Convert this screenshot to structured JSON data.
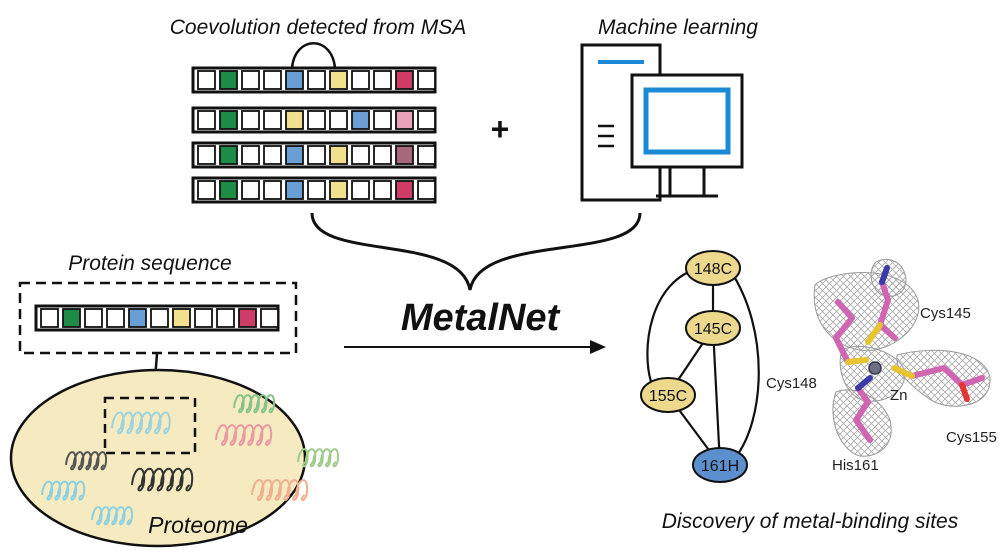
{
  "labels": {
    "coevolution": "Coevolution detected from MSA",
    "machine_learning": "Machine learning",
    "plus": "+",
    "protein_sequence": "Protein sequence",
    "metalnet": "MetalNet",
    "proteome": "Proteome",
    "discovery": "Discovery of metal-binding sites"
  },
  "network": {
    "nodes": [
      {
        "id": "148C",
        "label": "148C",
        "color": "#ecd98e"
      },
      {
        "id": "145C",
        "label": "145C",
        "color": "#ecd98e"
      },
      {
        "id": "155C",
        "label": "155C",
        "color": "#ecd98e"
      },
      {
        "id": "161H",
        "label": "161H",
        "color": "#5b8fce"
      }
    ],
    "edges": [
      [
        "148C",
        "145C"
      ],
      [
        "148C",
        "155C"
      ],
      [
        "148C",
        "161H"
      ],
      [
        "145C",
        "155C"
      ],
      [
        "145C",
        "161H"
      ],
      [
        "155C",
        "161H"
      ]
    ]
  },
  "structure": {
    "residues": [
      "Cys145",
      "Cys148",
      "Zn",
      "His161",
      "Cys155"
    ]
  },
  "colors": {
    "green": "#1e8c46",
    "blue": "#6a9fd6",
    "yellow": "#f1e08e",
    "red": "#cf3c68",
    "pink": "#e9a3bb",
    "mauve": "#a8687c",
    "proteome_fill": "#f5eac0",
    "ml_blue": "#1b8ad6"
  },
  "msa_rows": [
    [
      "w",
      "green",
      "w",
      "w",
      "blue",
      "w",
      "yellow",
      "w",
      "w",
      "red",
      "w"
    ],
    [
      "w",
      "green",
      "w",
      "w",
      "yellow",
      "w",
      "w",
      "blue",
      "w",
      "pink",
      "w"
    ],
    [
      "w",
      "green",
      "w",
      "w",
      "blue",
      "w",
      "yellow",
      "w",
      "w",
      "mauve",
      "w"
    ],
    [
      "w",
      "green",
      "w",
      "w",
      "blue",
      "w",
      "yellow",
      "w",
      "w",
      "red",
      "w"
    ]
  ],
  "protein_row": [
    "w",
    "green",
    "w",
    "w",
    "blue",
    "w",
    "yellow",
    "w",
    "w",
    "red",
    "w"
  ]
}
